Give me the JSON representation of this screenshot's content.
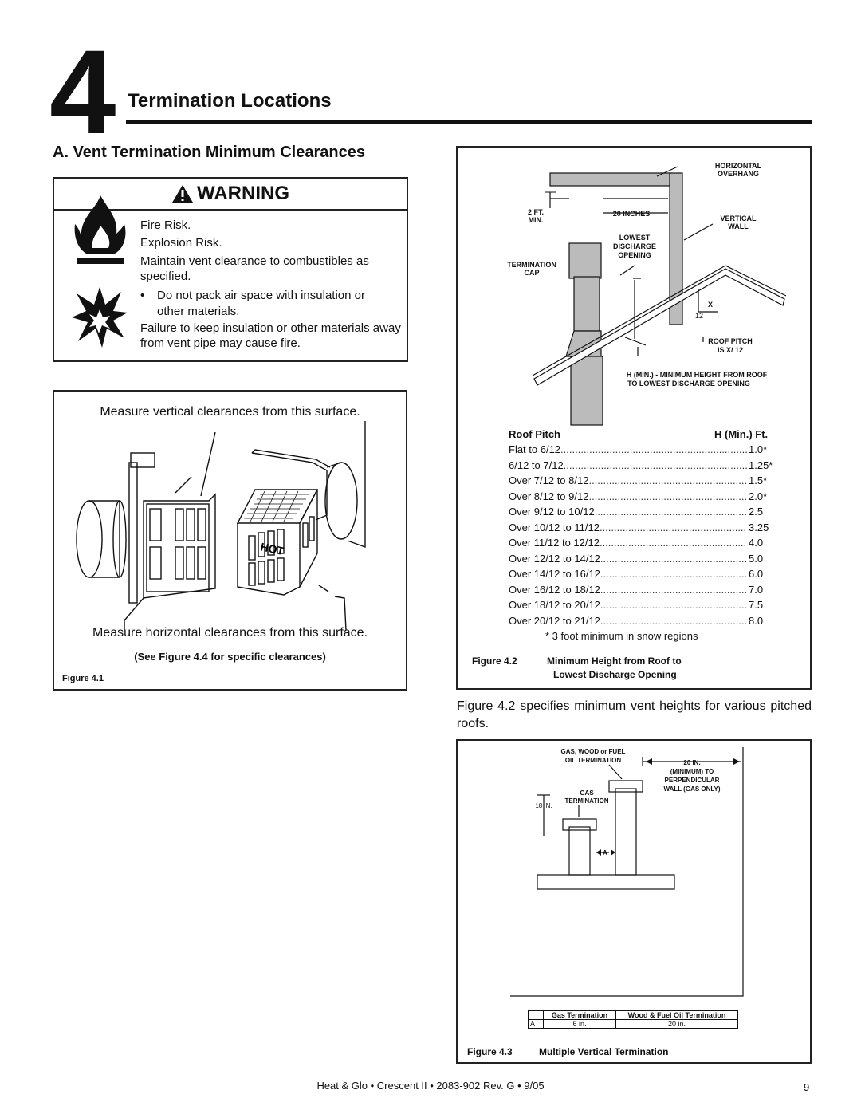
{
  "chapter": {
    "number": "4",
    "title": "Termination Locations"
  },
  "section": {
    "title": "A.   Vent Termination Minimum Clearances"
  },
  "warning": {
    "heading": "WARNING",
    "lines": [
      "Fire Risk.",
      "Explosion Risk.",
      "Maintain vent clearance to combustibles as specified."
    ],
    "bullet": "Do not pack air space with insulation or other materials.",
    "failure": "Failure to keep insulation or other materials away from vent pipe may cause fire."
  },
  "figure41": {
    "top_caption": "Measure vertical clearances from this surface.",
    "bottom_caption": "Measure horizontal clearances from this surface.",
    "see_note": "(See Figure 4.4 for specific clearances)",
    "label": "Figure 4.1",
    "hot_label": "HOT"
  },
  "figure42": {
    "labels": {
      "horizontal_overhang": [
        "HORIZONTAL",
        "OVERHANG"
      ],
      "two_ft": [
        "2 FT.",
        "MIN."
      ],
      "twenty_inches": "20 INCHES",
      "vertical_wall": [
        "VERTICAL",
        "WALL"
      ],
      "lowest_discharge": [
        "LOWEST",
        "DISCHARGE",
        "OPENING"
      ],
      "termination_cap": [
        "TERMINATION",
        "CAP"
      ],
      "x": "X",
      "twelve": "12",
      "roof_pitch": [
        "ROOF PITCH",
        "IS  X/ 12"
      ],
      "h_min": [
        "H (MIN.) - MINIMUM HEIGHT FROM ROOF",
        "TO LOWEST DISCHARGE OPENING"
      ]
    },
    "table_header": {
      "pitch": "Roof Pitch",
      "h": "H (Min.) Ft."
    },
    "rows": [
      {
        "pitch": "Flat to 6/12",
        "h": "1.0*"
      },
      {
        "pitch": "6/12 to 7/12",
        "h": "1.25*"
      },
      {
        "pitch": "Over 7/12 to 8/12",
        "h": "1.5*"
      },
      {
        "pitch": "Over 8/12 to 9/12",
        "h": "2.0*"
      },
      {
        "pitch": "Over 9/12 to 10/12",
        "h": "2.5"
      },
      {
        "pitch": "Over 10/12 to 11/12",
        "h": "3.25"
      },
      {
        "pitch": "Over 11/12 to 12/12",
        "h": "4.0"
      },
      {
        "pitch": "Over 12/12 to 14/12",
        "h": "5.0"
      },
      {
        "pitch": "Over 14/12 to 16/12",
        "h": "6.0"
      },
      {
        "pitch": "Over 16/12 to 18/12",
        "h": "7.0"
      },
      {
        "pitch": "Over 18/12 to 20/12",
        "h": "7.5"
      },
      {
        "pitch": "Over 20/12 to 21/12",
        "h": "8.0"
      }
    ],
    "footnote": "* 3 foot minimum in snow regions",
    "caption_label": "Figure  4.2",
    "caption_line1": "Minimum Height from Roof to",
    "caption_line2": "Lowest Discharge Opening"
  },
  "body_text": "Figure 4.2 specifies minimum vent heights for various pitched roofs.",
  "figure43": {
    "labels": {
      "gas_wood": [
        "GAS, WOOD or FUEL",
        "OIL TERMINATION"
      ],
      "twenty_in": [
        "20 IN.",
        "(MINIMUM) TO",
        "PERPENDICULAR",
        "WALL (GAS ONLY)"
      ],
      "gas_term": [
        "GAS",
        "TERMINATION"
      ],
      "eighteen": "18 IN.",
      "a": "A"
    },
    "table": {
      "headers": [
        "",
        "Gas Termination",
        "Wood & Fuel Oil Termination"
      ],
      "row": [
        "A",
        "6 in.",
        "20 in."
      ]
    },
    "caption_label": "Figure 4.3",
    "caption_text": "Multiple Vertical Termination"
  },
  "footer": {
    "text": "Heat & Glo  •  Crescent II  •  2083-902  Rev. G  •  9/05",
    "page": "9"
  }
}
